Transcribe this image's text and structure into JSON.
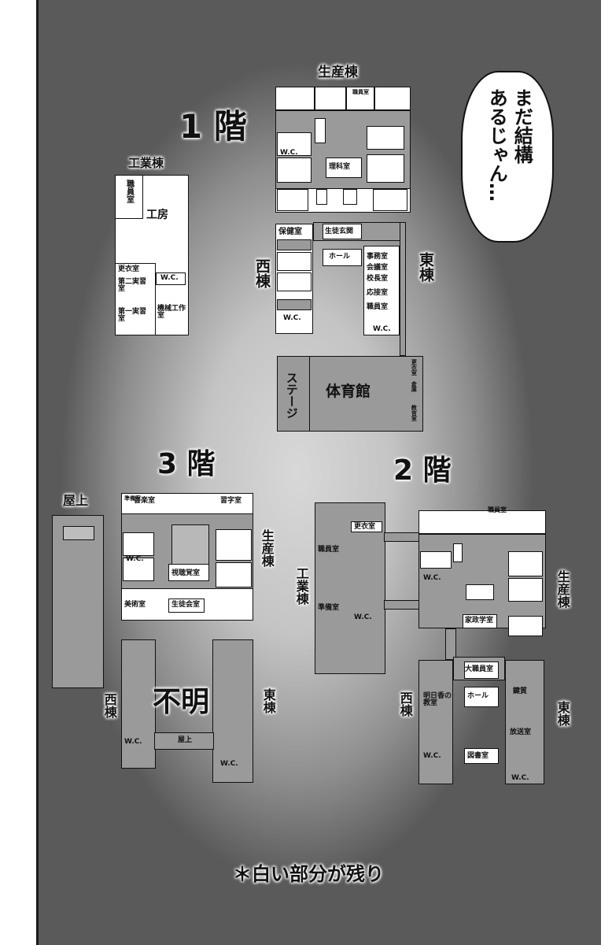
{
  "floors": {
    "floor1": "1 階",
    "floor2": "2 階",
    "floor3": "3 階"
  },
  "speech_bubble": {
    "line1": "まだ結構",
    "line2": "あるじゃん…"
  },
  "footnote": "＊白い部分が残り",
  "wings": {
    "production": "生産棟",
    "industrial": "工業棟",
    "west": "西棟",
    "east": "東棟",
    "rooftop": "屋上",
    "unknown": "不明"
  },
  "rooms1": {
    "staff": "職員室",
    "wc": "W.C.",
    "science": "理科室",
    "workshop": "工房",
    "staff_ind": "職員室",
    "locker": "更衣室",
    "lab2": "第二実習室",
    "lab1": "第一実習室",
    "machine": "機械工作室",
    "infirmary": "保健室",
    "entrance": "生徒玄関",
    "hall": "ホール",
    "office": "事務室",
    "meeting": "会議室",
    "principal": "校長室",
    "reception": "応接室",
    "staff_e": "職員室",
    "stage": "ステージ",
    "gym": "体育館",
    "gym_locker": "更衣室",
    "storage": "倉庫",
    "equipment": "教官室"
  },
  "rooms3": {
    "prep": "準備室",
    "music": "音楽室",
    "calligraphy": "習字室",
    "av": "視聴覚室",
    "art": "美術室",
    "council": "生徒会室",
    "rooftop_small": "屋上"
  },
  "rooms2": {
    "staff": "職員室",
    "locker": "更衣室",
    "staff_ind": "職員室",
    "prep": "準備室",
    "home_ec": "家政学室",
    "staff_big": "大職員室",
    "hall": "ホール",
    "tomorrow": "明日香の教室",
    "library": "図書室",
    "broadcast": "放送室",
    "closed": "鍵質"
  }
}
